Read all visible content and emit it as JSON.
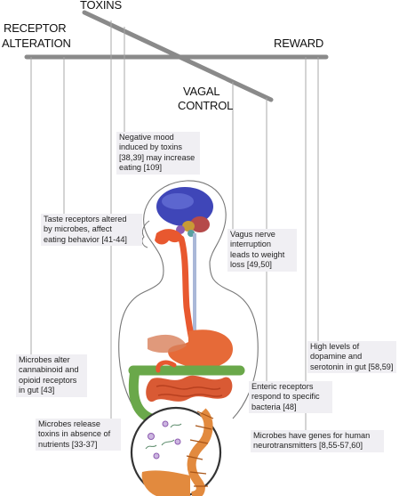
{
  "labels": {
    "toxins": "TOXINS",
    "receptor_line1": "RECEPTOR",
    "receptor_line2": "ALTERATION",
    "reward": "REWARD",
    "vagal_line1": "VAGAL",
    "vagal_line2": "CONTROL"
  },
  "notes": [
    {
      "id": "negative-mood",
      "lines": [
        "Negative mood",
        "induced by toxins",
        "[38,39] may increase",
        "eating [109]"
      ]
    },
    {
      "id": "taste-receptors",
      "lines": [
        "Taste receptors altered",
        "by microbes, affect",
        "eating behavior [41-44]"
      ]
    },
    {
      "id": "vagus-nerve",
      "lines": [
        "Vagus nerve",
        "interruption",
        "leads to weight",
        "loss [49,50]"
      ]
    },
    {
      "id": "high-dopamine",
      "lines": [
        "High levels of",
        "dopamine and",
        "serotonin in gut [58,59]"
      ]
    },
    {
      "id": "cannabinoid",
      "lines": [
        "Microbes alter",
        "cannabinoid and",
        "opioid receptors",
        "in gut [43]"
      ]
    },
    {
      "id": "enteric",
      "lines": [
        "Enteric receptors",
        "respond to specific",
        "bacteria [48]"
      ]
    },
    {
      "id": "toxins-release",
      "lines": [
        "Microbes release",
        "toxins in absence of",
        "nutrients [33-37]"
      ]
    },
    {
      "id": "neurotransmitters",
      "lines": [
        "Microbes have genes for human",
        "neurotransmitters [8,55-57,60]"
      ]
    }
  ],
  "colors": {
    "beam": "#8a8a8a",
    "string": "#a8a8a8",
    "note_bg": "#f0eff3",
    "gut_tube": "#e8582f",
    "stomach": "#e66a38",
    "colon_green": "#6aa84a",
    "brain": "#3f46b8",
    "cerebellum": "#b54a4a",
    "spine": "#aab8d8"
  }
}
